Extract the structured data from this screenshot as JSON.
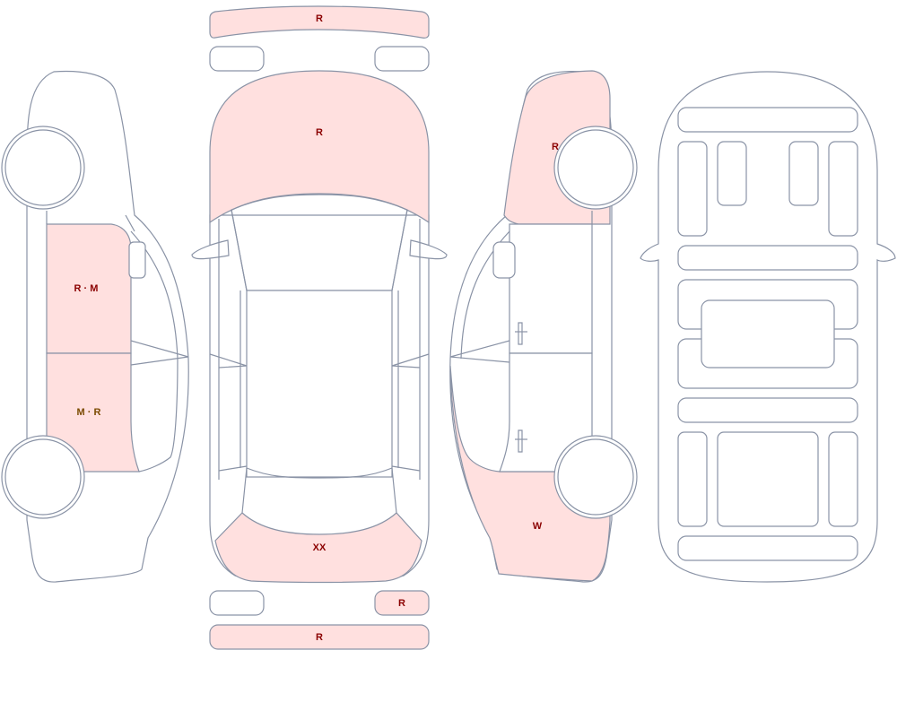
{
  "palette": {
    "outline": "#8a93a6",
    "damage_fill": "#ffe0df",
    "label_primary": "#8b0000",
    "label_secondary": "#7a4a00",
    "background": "#ffffff"
  },
  "panels": {
    "front_bumper": {
      "code": "R",
      "damaged": true
    },
    "hood": {
      "code": "R",
      "damaged": true
    },
    "left_front_door": {
      "code": "R · M",
      "damaged": true
    },
    "left_rear_door": {
      "code": "M · R",
      "damaged": true
    },
    "trunk_lid": {
      "code": "XX",
      "damaged": true
    },
    "rear_right_light": {
      "code": "R",
      "damaged": true
    },
    "rear_bumper": {
      "code": "R",
      "damaged": true
    },
    "right_front_fender": {
      "code": "R",
      "damaged": true
    },
    "right_rear_quarter": {
      "code": "W",
      "damaged": true
    }
  }
}
